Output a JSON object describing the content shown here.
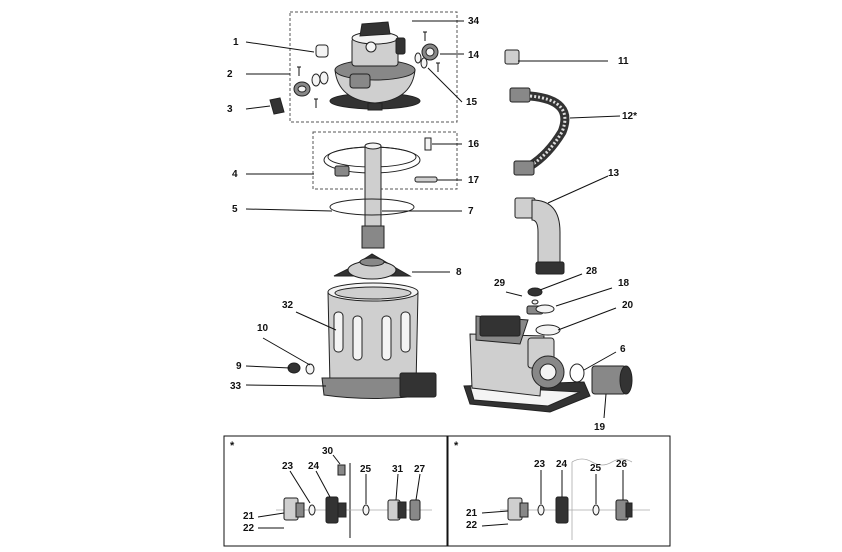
{
  "callouts": {
    "c1": "1",
    "c2": "2",
    "c3": "3",
    "c4": "4",
    "c5": "5",
    "c6": "6",
    "c7": "7",
    "c8": "8",
    "c9": "9",
    "c10": "10",
    "c11": "11",
    "c12": "12*",
    "c13": "13",
    "c14": "14",
    "c15": "15",
    "c16": "16",
    "c17": "17",
    "c18": "18",
    "c19": "19",
    "c20": "20",
    "c28": "28",
    "c29": "29",
    "c32": "32",
    "c33": "33",
    "c34": "34"
  },
  "inset_left": {
    "star": "*",
    "labels": {
      "c21": "21",
      "c22": "22",
      "c23": "23",
      "c24": "24",
      "c25": "25",
      "c27": "27",
      "c30": "30",
      "c31": "31"
    }
  },
  "inset_right": {
    "star": "*",
    "labels": {
      "c21": "21",
      "c22": "22",
      "c23": "23",
      "c24": "24",
      "c25": "25",
      "c26": "26"
    }
  },
  "colors": {
    "ink": "#111111",
    "dark": "#333333",
    "mid": "#888888",
    "light": "#cfcfcf",
    "dash": "#555555"
  }
}
